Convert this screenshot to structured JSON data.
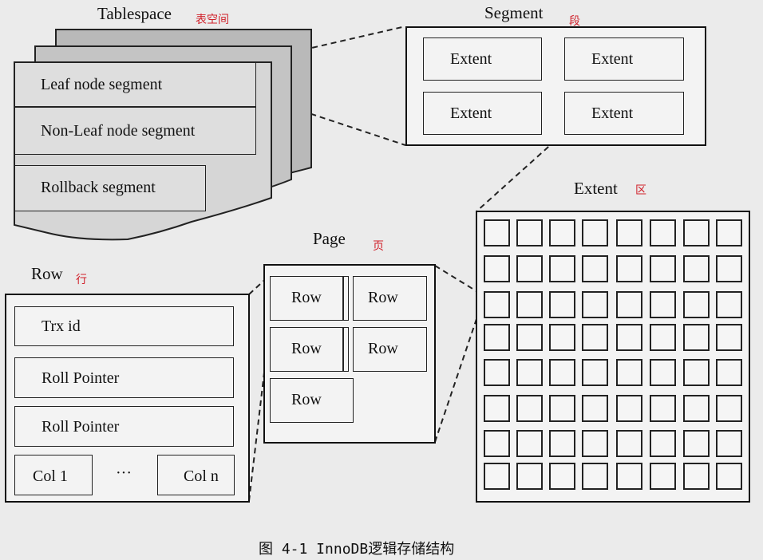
{
  "tablespace": {
    "title": "Tablespace",
    "title_cn": "表空间",
    "segments": [
      "Leaf node segment",
      "Non-Leaf node segment",
      "Rollback segment"
    ]
  },
  "segment": {
    "title": "Segment",
    "title_cn": "段",
    "extents": [
      "Extent",
      "Extent",
      "Extent",
      "Extent"
    ]
  },
  "extent": {
    "title": "Extent",
    "title_cn": "区",
    "grid_rows": 8,
    "grid_cols": 8
  },
  "page": {
    "title": "Page",
    "title_cn": "页",
    "rows": [
      "Row",
      "Row",
      "Row",
      "Row",
      "Row"
    ]
  },
  "row": {
    "title": "Row",
    "title_cn": "行",
    "fields": [
      "Trx id",
      "Roll Pointer",
      "Roll Pointer"
    ],
    "col_first": "Col 1",
    "col_ellipsis": "···",
    "col_last": "Col n"
  },
  "caption": "图  4-1  InnoDB逻辑存储结构"
}
